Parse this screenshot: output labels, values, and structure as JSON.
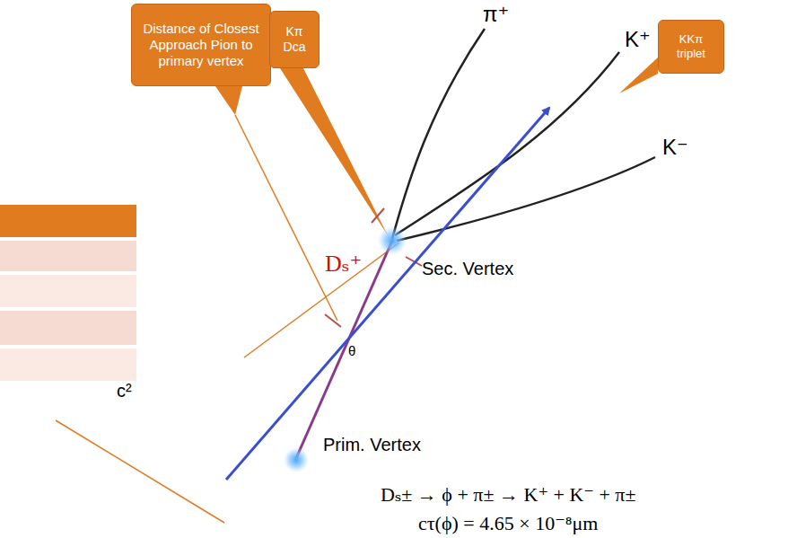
{
  "diagram": {
    "nodes": [
      {
        "text": [
          "Distance of Closest Approach Pion to primary vertex"
        ]
      },
      {
        "text": [
          "Kπ Dca"
        ]
      },
      {
        "text": [
          "KKπ triplet"
        ]
      }
    ],
    "labels": [
      "π⁺",
      "K⁺",
      "K⁻",
      "Dₛ⁺",
      "Sec. Vertex",
      "θ",
      "Prim. Vertex",
      "Dₛ± → ϕ + π± → K⁺ + K⁻ + π±",
      "cτ(ϕ) = 4.65 × 10⁻⁸μm",
      "c²"
    ]
  }
}
